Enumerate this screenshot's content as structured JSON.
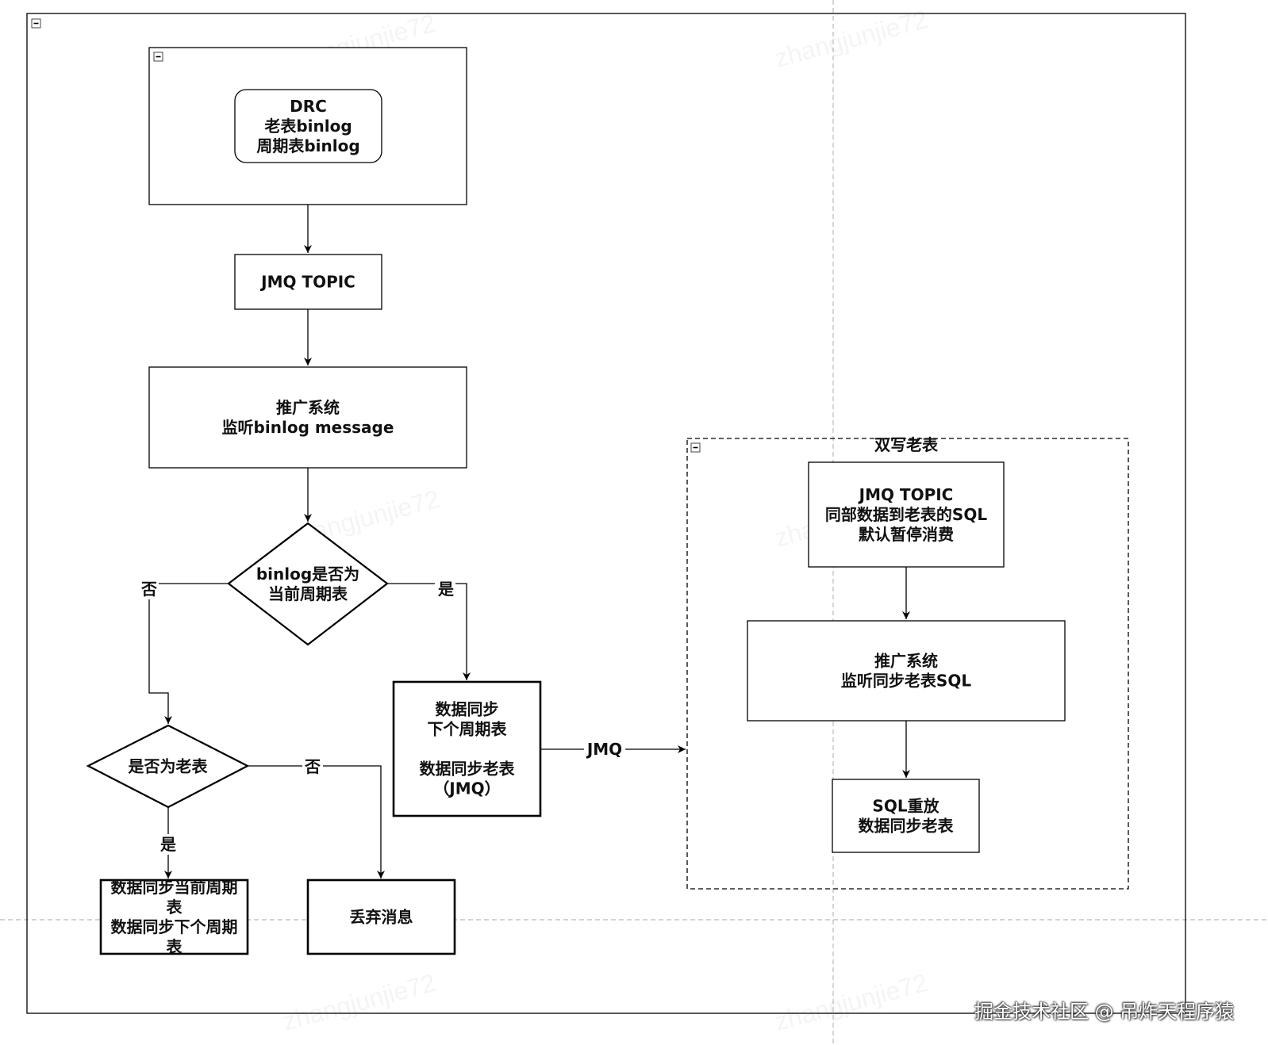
{
  "diagram": {
    "nodes": {
      "drc": {
        "lines": [
          "DRC",
          "老表binlog",
          "周期表binlog"
        ]
      },
      "jmq_topic": {
        "lines": [
          "JMQ TOPIC"
        ]
      },
      "promo_listen": {
        "lines": [
          "推广系统",
          "监听binlog message"
        ]
      },
      "is_current": {
        "lines": [
          "binlog是否为",
          "当前周期表"
        ]
      },
      "sync_next": {
        "lines": [
          "数据同步",
          "下个周期表",
          "",
          "数据同步老表",
          "（JMQ）"
        ]
      },
      "is_old": {
        "lines": [
          "是否为老表"
        ]
      },
      "sync_current_next": {
        "lines": [
          "数据同步当前周期",
          "表",
          "数据同步下个周期",
          "表"
        ]
      },
      "discard": {
        "lines": [
          "丢弃消息"
        ]
      },
      "jmq_topic_sql": {
        "lines": [
          "JMQ TOPIC",
          "同部数据到老表的SQL",
          "默认暂停消费"
        ]
      },
      "promo_listen_sql": {
        "lines": [
          "推广系统",
          "监听同步老表SQL"
        ]
      },
      "sql_replay": {
        "lines": [
          "SQL重放",
          "数据同步老表"
        ]
      }
    },
    "group_title": "双写老表",
    "edge_labels": {
      "no_1": "否",
      "yes_1": "是",
      "jmq": "JMQ",
      "no_2": "否",
      "yes_2": "是"
    },
    "watermark": "zhangjunjie72"
  },
  "credit": "掘金技术社区 @ 吊炸天程序猿"
}
